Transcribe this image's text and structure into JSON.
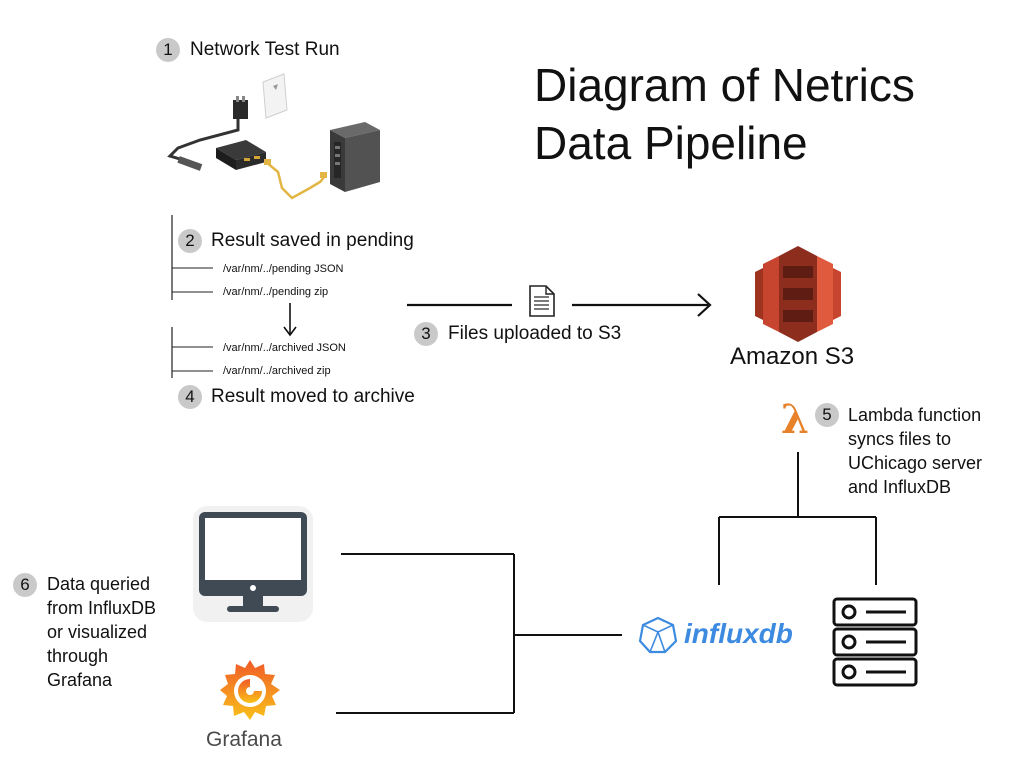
{
  "title": {
    "line1": "Diagram of Netrics",
    "line2": "Data Pipeline"
  },
  "steps": [
    {
      "number": "1",
      "label": "Network Test Run"
    },
    {
      "number": "2",
      "label": "Result saved in pending"
    },
    {
      "number": "3",
      "label": "Files uploaded to S3"
    },
    {
      "number": "4",
      "label": "Result moved to archive"
    },
    {
      "number": "5",
      "lines": [
        "Lambda function",
        "syncs files to",
        "UChicago server",
        "and InfluxDB"
      ]
    },
    {
      "number": "6",
      "lines": [
        "Data queried",
        "from InfluxDB",
        "or visualized",
        "through",
        "Grafana"
      ]
    }
  ],
  "files": {
    "pending_json": "/var/nm/../pending JSON",
    "pending_zip": "/var/nm/../pending zip",
    "archived_json": "/var/nm/../archived JSON",
    "archived_zip": "/var/nm/../archived zip"
  },
  "logos": {
    "s3": "Amazon S3",
    "influx": "influxdb",
    "grafana": "Grafana",
    "lambda_symbol": "λ"
  },
  "icons": [
    "network-device-illustration",
    "document-icon",
    "amazon-s3-logo",
    "lambda-icon",
    "influxdb-logo",
    "server-icon",
    "monitor-icon",
    "grafana-logo",
    "down-arrow-icon"
  ],
  "colors": {
    "badge": "#c9c9c9",
    "s3_red": "#c7452f",
    "lambda_orange": "#e8822a",
    "influx_blue": "#3d8be0",
    "grafana_orange": "#f26a21",
    "cable_yellow": "#e2b545"
  }
}
